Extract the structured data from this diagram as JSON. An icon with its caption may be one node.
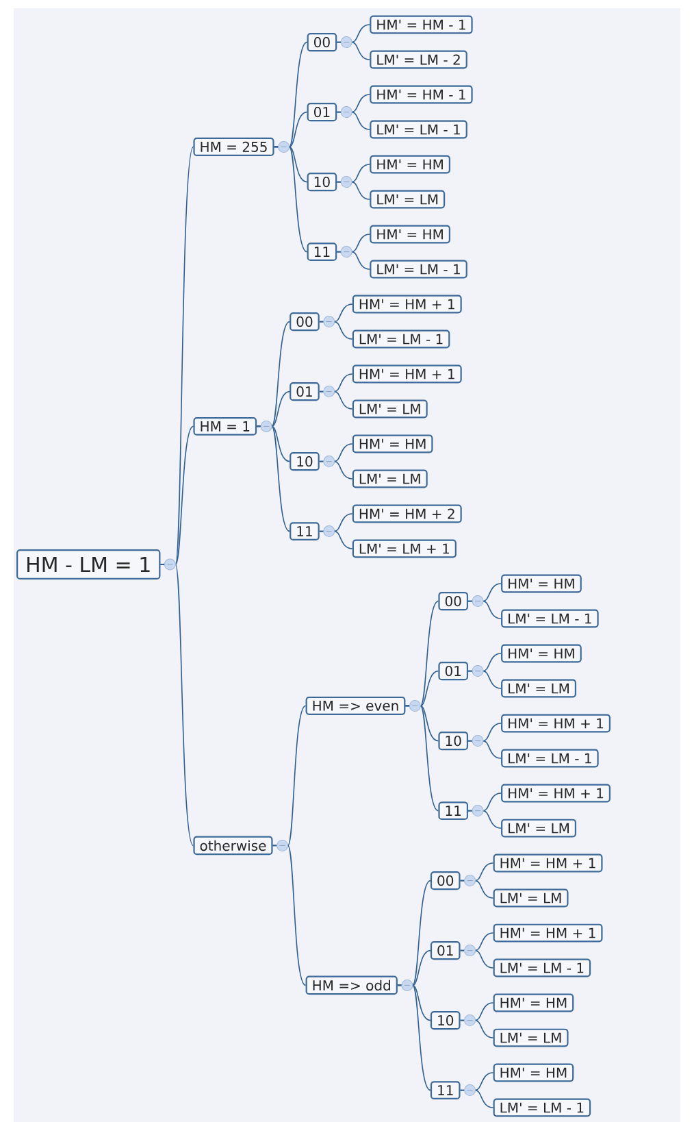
{
  "diagram": {
    "nodes": [
      {
        "text": [
          "HM - LM = 1"
        ]
      },
      {
        "text": [
          "HM = 255"
        ]
      },
      {
        "text": [
          "00"
        ]
      },
      {
        "text": [
          "HM' = HM - 1"
        ]
      },
      {
        "text": [
          "LM' = LM - 2"
        ]
      },
      {
        "text": [
          "01"
        ]
      },
      {
        "text": [
          "HM' = HM - 1"
        ]
      },
      {
        "text": [
          "LM' = LM - 1"
        ]
      },
      {
        "text": [
          "10"
        ]
      },
      {
        "text": [
          "HM' = HM"
        ]
      },
      {
        "text": [
          "LM' = LM"
        ]
      },
      {
        "text": [
          "11"
        ]
      },
      {
        "text": [
          "HM' = HM"
        ]
      },
      {
        "text": [
          "LM' = LM - 1"
        ]
      },
      {
        "text": [
          "HM = 1"
        ]
      },
      {
        "text": [
          "00"
        ]
      },
      {
        "text": [
          "HM' = HM + 1"
        ]
      },
      {
        "text": [
          "LM' = LM - 1"
        ]
      },
      {
        "text": [
          "01"
        ]
      },
      {
        "text": [
          "HM' = HM + 1"
        ]
      },
      {
        "text": [
          "LM' = LM"
        ]
      },
      {
        "text": [
          "10"
        ]
      },
      {
        "text": [
          "HM' = HM"
        ]
      },
      {
        "text": [
          "LM' = LM"
        ]
      },
      {
        "text": [
          "11"
        ]
      },
      {
        "text": [
          "HM' = HM + 2"
        ]
      },
      {
        "text": [
          "LM' = LM + 1"
        ]
      },
      {
        "text": [
          "otherwise"
        ]
      },
      {
        "text": [
          "HM => even"
        ]
      },
      {
        "text": [
          "00"
        ]
      },
      {
        "text": [
          "HM' = HM"
        ]
      },
      {
        "text": [
          "LM' = LM - 1"
        ]
      },
      {
        "text": [
          "01"
        ]
      },
      {
        "text": [
          "HM' = HM"
        ]
      },
      {
        "text": [
          "LM' = LM"
        ]
      },
      {
        "text": [
          "10"
        ]
      },
      {
        "text": [
          "HM' = HM + 1"
        ]
      },
      {
        "text": [
          "LM' = LM - 1"
        ]
      },
      {
        "text": [
          "11"
        ]
      },
      {
        "text": [
          "HM' = HM + 1"
        ]
      },
      {
        "text": [
          "LM' = LM"
        ]
      },
      {
        "text": [
          "HM => odd"
        ]
      },
      {
        "text": [
          "00"
        ]
      },
      {
        "text": [
          "HM' = HM + 1"
        ]
      },
      {
        "text": [
          "LM' = LM"
        ]
      },
      {
        "text": [
          "01"
        ]
      },
      {
        "text": [
          "HM' = HM + 1"
        ]
      },
      {
        "text": [
          "LM' = LM - 1"
        ]
      },
      {
        "text": [
          "10"
        ]
      },
      {
        "text": [
          "HM' = HM"
        ]
      },
      {
        "text": [
          "LM' = LM"
        ]
      },
      {
        "text": [
          "11"
        ]
      },
      {
        "text": [
          "HM' = HM"
        ]
      },
      {
        "text": [
          "LM' = LM - 1"
        ]
      }
    ],
    "edges": [
      {
        "from": 0,
        "to": 1,
        "arrow": "none"
      },
      {
        "from": 1,
        "to": 2,
        "arrow": "none"
      },
      {
        "from": 2,
        "to": 3,
        "arrow": "none"
      },
      {
        "from": 2,
        "to": 4,
        "arrow": "none"
      },
      {
        "from": 1,
        "to": 5,
        "arrow": "none"
      },
      {
        "from": 5,
        "to": 6,
        "arrow": "none"
      },
      {
        "from": 5,
        "to": 7,
        "arrow": "none"
      },
      {
        "from": 1,
        "to": 8,
        "arrow": "none"
      },
      {
        "from": 8,
        "to": 9,
        "arrow": "none"
      },
      {
        "from": 8,
        "to": 10,
        "arrow": "none"
      },
      {
        "from": 1,
        "to": 11,
        "arrow": "none"
      },
      {
        "from": 11,
        "to": 12,
        "arrow": "none"
      },
      {
        "from": 11,
        "to": 13,
        "arrow": "none"
      },
      {
        "from": 0,
        "to": 14,
        "arrow": "none"
      },
      {
        "from": 14,
        "to": 15,
        "arrow": "none"
      },
      {
        "from": 15,
        "to": 16,
        "arrow": "none"
      },
      {
        "from": 15,
        "to": 17,
        "arrow": "none"
      },
      {
        "from": 14,
        "to": 18,
        "arrow": "none"
      },
      {
        "from": 18,
        "to": 19,
        "arrow": "none"
      },
      {
        "from": 18,
        "to": 20,
        "arrow": "none"
      },
      {
        "from": 14,
        "to": 21,
        "arrow": "none"
      },
      {
        "from": 21,
        "to": 22,
        "arrow": "none"
      },
      {
        "from": 21,
        "to": 23,
        "arrow": "none"
      },
      {
        "from": 14,
        "to": 24,
        "arrow": "none"
      },
      {
        "from": 24,
        "to": 25,
        "arrow": "none"
      },
      {
        "from": 24,
        "to": 26,
        "arrow": "none"
      },
      {
        "from": 0,
        "to": 27,
        "arrow": "none"
      },
      {
        "from": 27,
        "to": 28,
        "arrow": "none"
      },
      {
        "from": 28,
        "to": 29,
        "arrow": "none"
      },
      {
        "from": 29,
        "to": 30,
        "arrow": "none"
      },
      {
        "from": 29,
        "to": 31,
        "arrow": "none"
      },
      {
        "from": 28,
        "to": 32,
        "arrow": "none"
      },
      {
        "from": 32,
        "to": 33,
        "arrow": "none"
      },
      {
        "from": 32,
        "to": 34,
        "arrow": "none"
      },
      {
        "from": 28,
        "to": 35,
        "arrow": "none"
      },
      {
        "from": 35,
        "to": 36,
        "arrow": "none"
      },
      {
        "from": 35,
        "to": 37,
        "arrow": "none"
      },
      {
        "from": 28,
        "to": 38,
        "arrow": "none"
      },
      {
        "from": 38,
        "to": 39,
        "arrow": "none"
      },
      {
        "from": 38,
        "to": 40,
        "arrow": "none"
      },
      {
        "from": 27,
        "to": 41,
        "arrow": "none"
      },
      {
        "from": 41,
        "to": 42,
        "arrow": "none"
      },
      {
        "from": 42,
        "to": 43,
        "arrow": "none"
      },
      {
        "from": 42,
        "to": 44,
        "arrow": "none"
      },
      {
        "from": 41,
        "to": 45,
        "arrow": "none"
      },
      {
        "from": 45,
        "to": 46,
        "arrow": "none"
      },
      {
        "from": 45,
        "to": 47,
        "arrow": "none"
      },
      {
        "from": 41,
        "to": 48,
        "arrow": "none"
      },
      {
        "from": 48,
        "to": 49,
        "arrow": "none"
      },
      {
        "from": 48,
        "to": 50,
        "arrow": "none"
      },
      {
        "from": 41,
        "to": 51,
        "arrow": "none"
      },
      {
        "from": 51,
        "to": 52,
        "arrow": "none"
      },
      {
        "from": 51,
        "to": 53,
        "arrow": "none"
      }
    ]
  }
}
